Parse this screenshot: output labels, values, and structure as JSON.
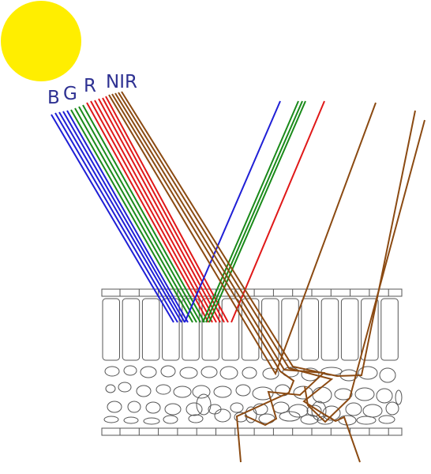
{
  "labels": {
    "b": "B",
    "g": "G",
    "r": "R",
    "nir": "NIR"
  },
  "colors": {
    "sun": "#ffee00",
    "blue": "#1f1fd6",
    "green": "#1a8a1a",
    "red": "#e01818",
    "nir": "#8b4a12",
    "cell_outline": "#555555",
    "label": "#2e3192"
  }
}
